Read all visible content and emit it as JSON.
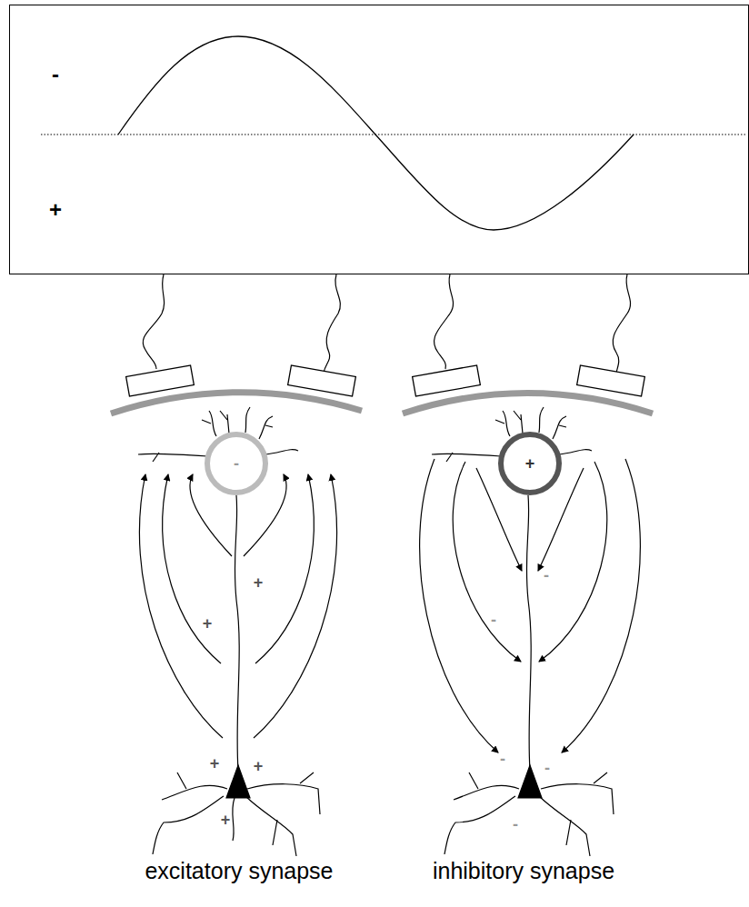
{
  "diagram": {
    "nodes": [
      {
        "text": [
          "-",
          "+"
        ]
      },
      {
        "text": [
          "-"
        ]
      },
      {
        "text": [
          "+"
        ]
      }
    ],
    "labels": [
      "+",
      "+",
      "+",
      "+",
      "+",
      "-",
      "-",
      "-",
      "-",
      "-",
      "excitatory synapse",
      "inhibitory synapse"
    ]
  }
}
